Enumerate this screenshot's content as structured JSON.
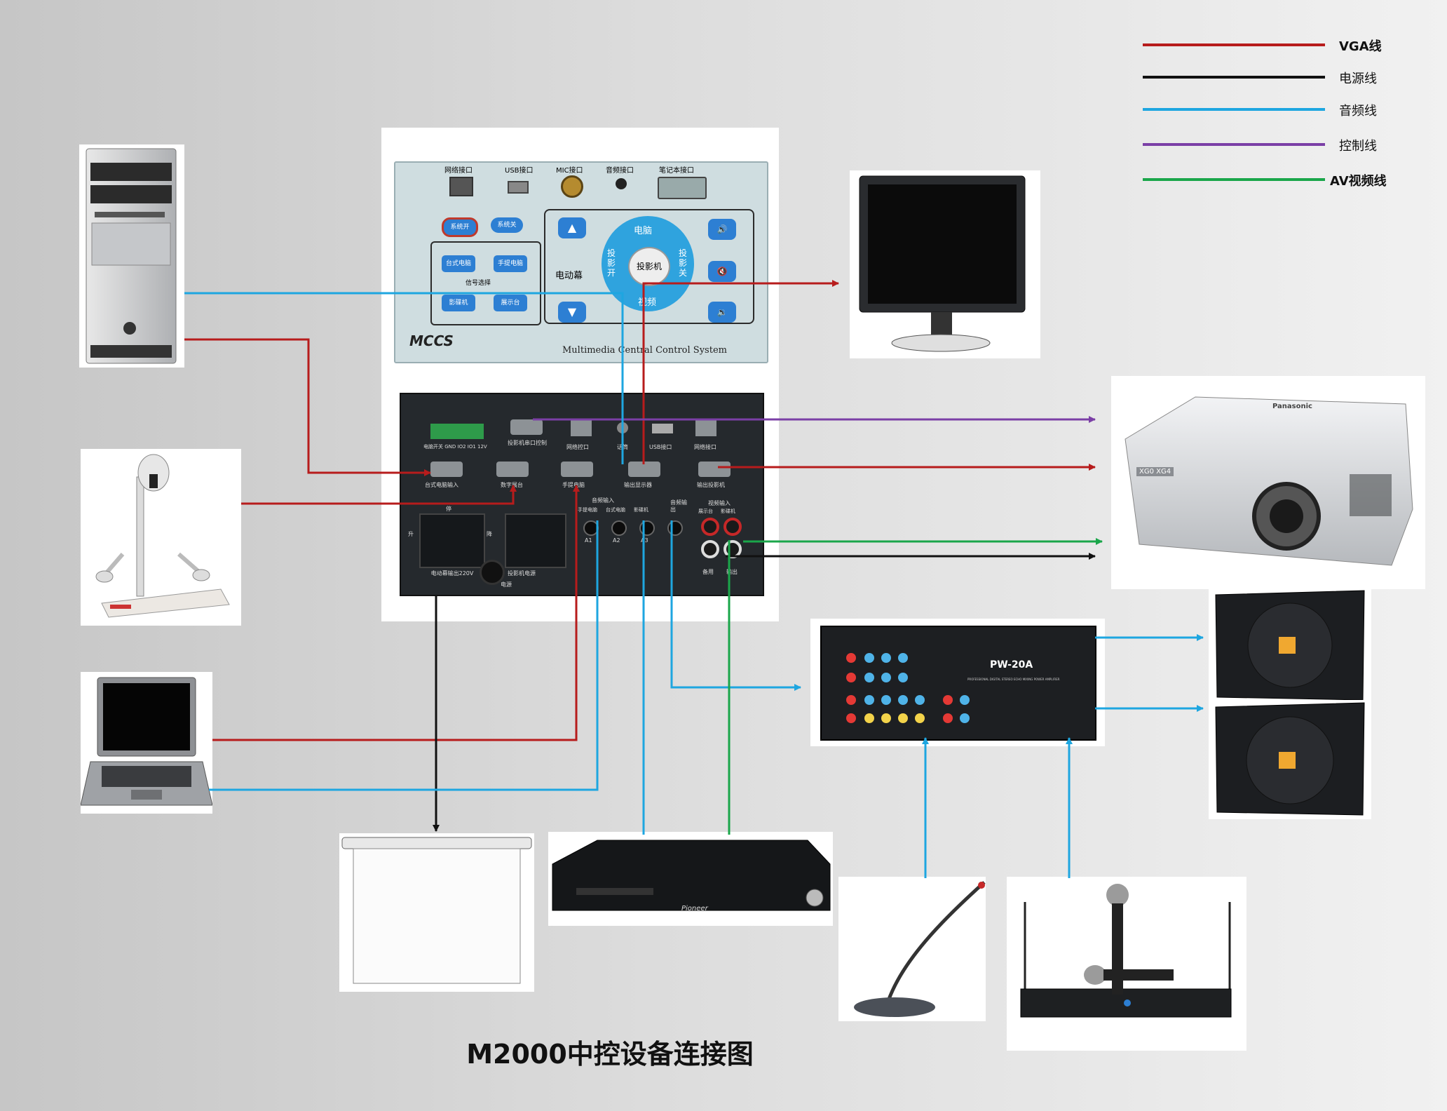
{
  "title": "M2000中控设备连接图",
  "legend": [
    {
      "label": "VGA线",
      "color": "#b71c1c"
    },
    {
      "label": "电源线",
      "color": "#111111"
    },
    {
      "label": "音频线",
      "color": "#1ea6e0"
    },
    {
      "label": "控制线",
      "color": "#7b3fa6"
    },
    {
      "label": "AV视频线",
      "color": "#1aa64a"
    }
  ],
  "control_panel": {
    "ports": [
      "网络接口",
      "USB接口",
      "MIC接口",
      "音频接口",
      "笔记本接口"
    ],
    "buttons": {
      "system_on": "系统开",
      "system_off": "系统关",
      "desktop_pc": "台式电脑",
      "laptop": "手提电脑",
      "signal_select": "信号选择",
      "video_player": "影碟机",
      "visualizer": "展示台",
      "computer": "电脑",
      "projector": "投影机",
      "video": "视频",
      "projector_on": "投影开",
      "projector_off": "投影关",
      "screen": "电动幕"
    },
    "brand": "MCCS",
    "subtitle": "Multimedia Central Control System"
  },
  "back_panel": {
    "top_labels": [
      "电脑开关 GND IO2 IO1 12V",
      "投影机串口控制",
      "网络控口",
      "话筒",
      "USB接口",
      "网络接口"
    ],
    "vga_labels": [
      "台式电脑输入",
      "数字展台",
      "手提电脑",
      "输出显示器",
      "输出投影机"
    ],
    "audio_in_title": "音频输入",
    "audio_in_labels": [
      "手提电脑",
      "台式电脑",
      "影碟机"
    ],
    "audio_channels": [
      "A1",
      "A2",
      "A3"
    ],
    "audio_out": "音频输出",
    "video_in_title": "视频输入",
    "video_in_labels": [
      "展示台",
      "影碟机"
    ],
    "video_out_labels": [
      "备用",
      "输出"
    ],
    "power_labels": [
      "电动幕输出220V",
      "投影机电源",
      "电源"
    ],
    "up": "升",
    "down": "降",
    "stop": "停"
  },
  "amplifier": {
    "model": "PW-20A",
    "subtitle": "PROFESSIONAL DIGITAL STEREO ECHO MIXING POWER AMPLIFIER"
  },
  "projector": {
    "model": "XG0 XG4",
    "brand": "Panasonic"
  },
  "dvd": {
    "brand": "Pioneer"
  }
}
